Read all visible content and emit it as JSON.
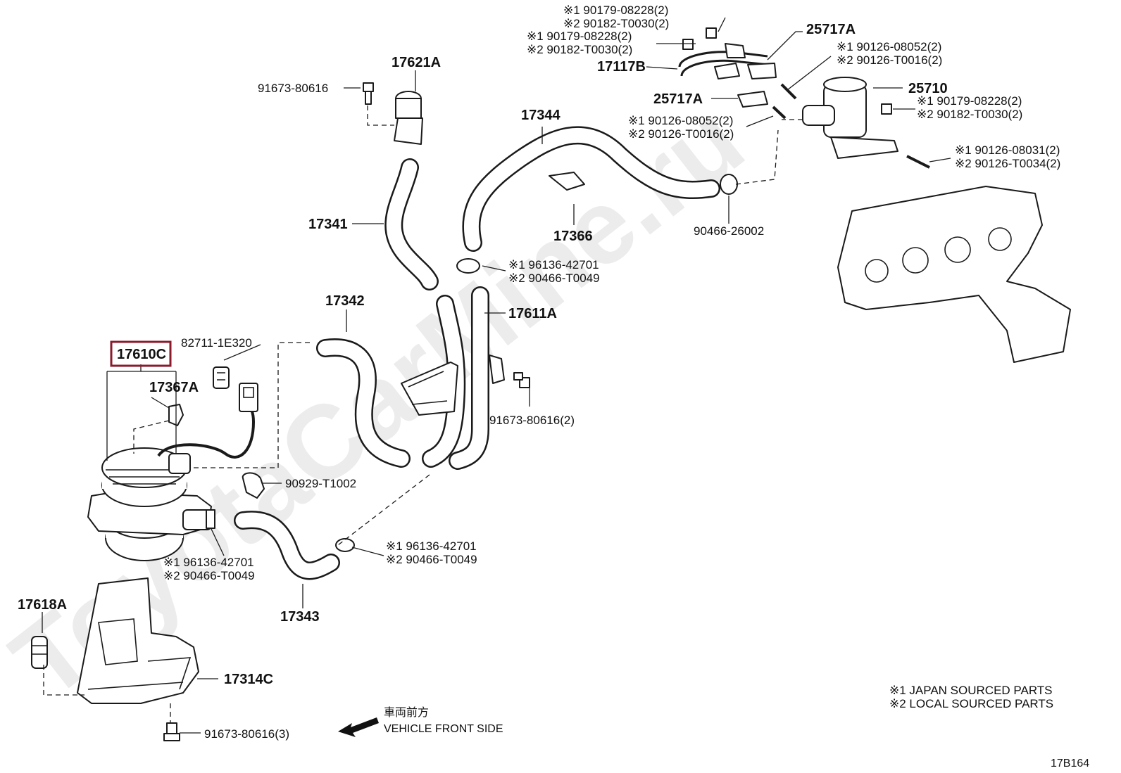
{
  "watermark": "ToyotaCarMine.ru",
  "callouts": {
    "p17621A": "17621A",
    "p91673_80616_top": "91673-80616",
    "p17341": "17341",
    "p17344": "17344",
    "p17366": "17366",
    "p17342": "17342",
    "p17611A": "17611A",
    "p82711": "82711-1E320",
    "p17610C": "17610C",
    "p17367A": "17367A",
    "p91673_80616_2": "91673-80616(2)",
    "p90929": "90929-T1002",
    "p17343": "17343",
    "p17618A": "17618A",
    "p17314C": "17314C",
    "p91673_80616_3": "91673-80616(3)",
    "p17117B": "17117B",
    "p25717A_top": "25717A",
    "p25717A_mid": "25717A",
    "p25710": "25710",
    "p90466_26002": "90466-26002"
  },
  "pairs": {
    "a1": "※1 90179-08228(2)",
    "a2": "※2 90182-T0030(2)",
    "b1": "※1 90179-08228(2)",
    "b2": "※2 90182-T0030(2)",
    "c1": "※1 90126-08052(2)",
    "c2": "※2 90126-T0016(2)",
    "d1": "※1 90126-08052(2)",
    "d2": "※2 90126-T0016(2)",
    "e1": "※1 90179-08228(2)",
    "e2": "※2 90182-T0030(2)",
    "f1": "※1 90126-08031(2)",
    "f2": "※2 90126-T0034(2)",
    "g1": "※1 96136-42701",
    "g2": "※2 90466-T0049",
    "h1": "※1 96136-42701",
    "h2": "※2 90466-T0049",
    "i1": "※1 96136-42701",
    "i2": "※2 90466-T0049"
  },
  "legend": {
    "line1": "※1 JAPAN SOURCED PARTS",
    "line2": "※2 LOCAL SOURCED PARTS"
  },
  "direction": {
    "japanese": "車両前方",
    "english": "VEHICLE FRONT SIDE"
  },
  "diagram_code": "17B164",
  "colors": {
    "highlight_box": "#8b1a2b",
    "line": "#1a1a1a"
  }
}
